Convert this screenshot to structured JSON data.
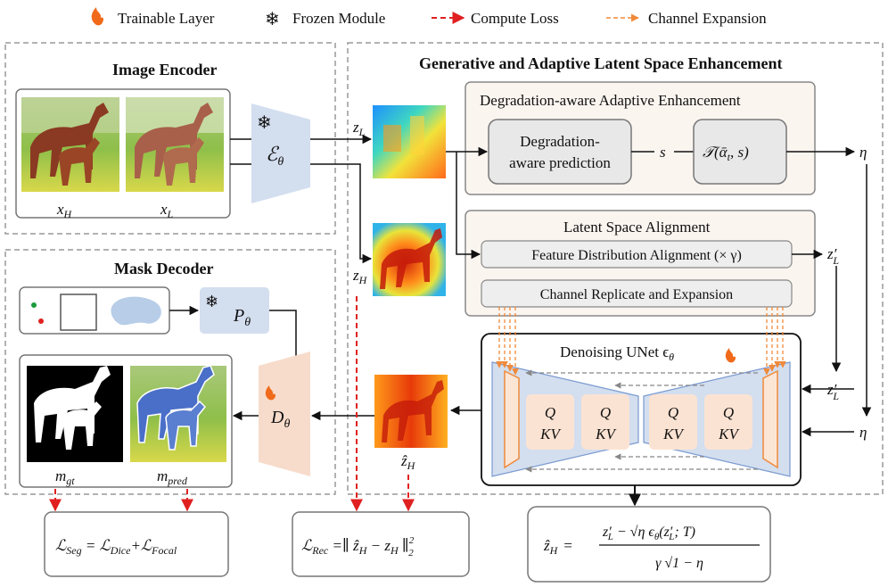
{
  "legend": {
    "trainable": "Trainable Layer",
    "frozen": "Frozen Module",
    "compute_loss": "Compute Loss",
    "channel_expansion": "Channel Expansion"
  },
  "image_encoder": {
    "title": "Image Encoder",
    "img_high_label": "x",
    "img_high_sub": "H",
    "img_low_label": "x",
    "img_low_sub": "L",
    "encoder_symbol": "ℰ",
    "encoder_sub": "θ"
  },
  "mask_decoder": {
    "title": "Mask Decoder",
    "prompt_symbol": "P",
    "prompt_sub": "θ",
    "decoder_symbol": "D",
    "decoder_sub": "θ",
    "gt_label": "m",
    "gt_sub": "gt",
    "pred_label": "m",
    "pred_sub": "pred"
  },
  "glase": {
    "title": "Generative and Adaptive Latent Space Enhancement",
    "daae_title": "Degradation-aware Adaptive Enhancement",
    "pred_line1": "Degradation-",
    "pred_line2": "aware prediction",
    "s_label": "s",
    "t_func": "𝒯(ᾱ",
    "t_sub": "t",
    "t_tail": ", s)",
    "eta": "η",
    "lsa_title": "Latent Space Alignment",
    "fda": "Feature Distribution Alignment (× γ)",
    "cre": "Channel Replicate and Expansion",
    "unet_title": "Denoising UNet ϵ",
    "unet_sub": "θ",
    "qkv_q": "Q",
    "qkv_kv": "KV"
  },
  "latents": {
    "zl": "z",
    "zl_sub": "L",
    "zh": "z",
    "zh_sub": "H",
    "zl_prime": "z′",
    "zl_prime_sub": "L",
    "zhat": "ẑ",
    "zhat_sub": "H"
  },
  "losses": {
    "seg_L": "ℒ",
    "seg_sub": "Seg",
    "seg_eq": " = ℒ",
    "dice_sub": "Dice",
    "plus": "+ℒ",
    "focal_sub": "Focal",
    "rec_L": "ℒ",
    "rec_sub": "Rec",
    "rec_eq": " =∥ ẑ",
    "rec_h1": "H",
    "rec_minus": " − z",
    "rec_h2": "H",
    "rec_norm": " ∥",
    "rec_sup": "2",
    "rec_sub2": "2"
  },
  "formula": {
    "lhs": "ẑ",
    "lhs_sub": "H",
    "eq": "=",
    "num": "z′",
    "num_sub": "L",
    "num_tail": " − √η ϵ",
    "num_theta": "θ",
    "num_arg": "(z′",
    "num_arg_sub": "L",
    "num_end": "; T)",
    "den": "γ √1 − η"
  },
  "colors": {
    "frozen_fill": "#d3deef",
    "trainable_fill": "#f7dccb",
    "box_fill": "#f2f2f2",
    "panel_fill": "#fbf5f0",
    "loss_red": "#e02020",
    "expand_orange": "#f08a3a",
    "dashed_gray": "#999999"
  }
}
